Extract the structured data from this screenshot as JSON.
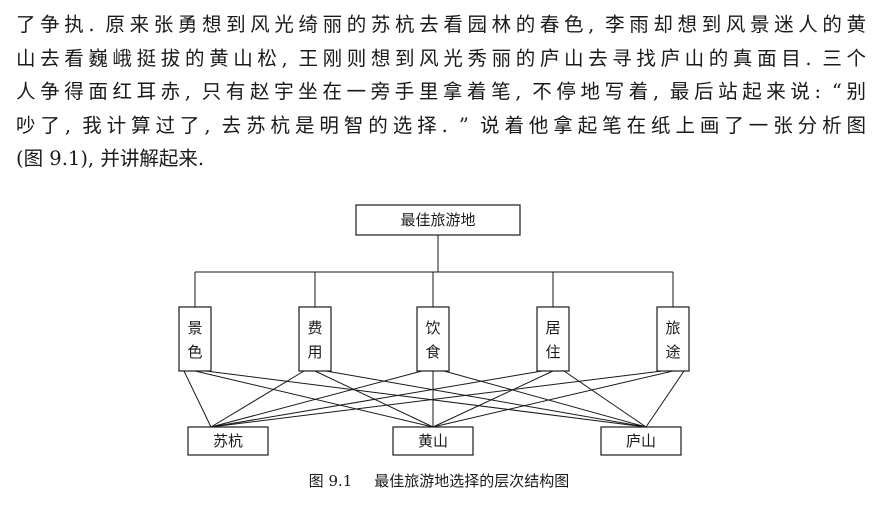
{
  "paragraph": {
    "lines": [
      "了争执. 原来张勇想到风光绮丽的苏杭去看园林的春色, 李雨却想到风景迷人的黄",
      "山去看巍峨挺拔的黄山松, 王刚则想到风光秀丽的庐山去寻找庐山的真面目. 三个",
      "人争得面红耳赤, 只有赵宇坐在一旁手里拿着笔, 不停地写着, 最后站起来说: “别",
      "吵了, 我计算过了, 去苏杭是明智的选择. ” 说着他拿起笔在纸上画了一张分析图",
      "(图 9.1), 并讲解起来."
    ]
  },
  "diagram": {
    "goal": "最佳旅游地",
    "criteria": [
      "景色",
      "费用",
      "饮食",
      "居住",
      "旅途"
    ],
    "alternatives": [
      "苏杭",
      "黄山",
      "庐山"
    ]
  },
  "caption": {
    "number": "图 9.1",
    "title": "最佳旅游地选择的层次结构图"
  }
}
